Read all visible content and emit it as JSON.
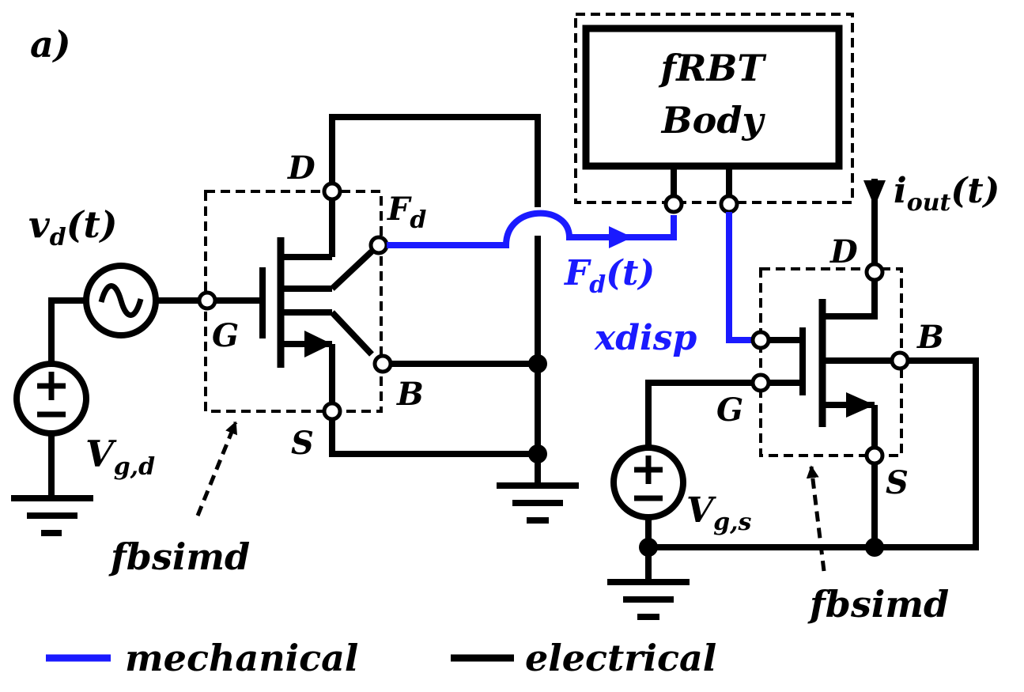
{
  "panel_label": "a)",
  "colors": {
    "mechanical": "#1a1aff",
    "electrical": "#000000",
    "background": "#ffffff"
  },
  "left_circuit": {
    "source_symbol": "v",
    "source_sub": "d",
    "source_arg": "(t)",
    "bias_symbol": "V",
    "bias_sub": "g,d",
    "terminal_d": "D",
    "terminal_g": "G",
    "terminal_s": "S",
    "terminal_b": "B",
    "force_symbol": "F",
    "force_sub": "d",
    "model_name": "fbsimd"
  },
  "resonator": {
    "line1": "fRBT",
    "line2": "Body",
    "force_symbol": "F",
    "force_sub": "d",
    "force_arg": "(t)",
    "disp_label": "xdisp",
    "output_symbol": "i",
    "output_sub": "out",
    "output_arg": "(t)"
  },
  "right_circuit": {
    "bias_symbol": "V",
    "bias_sub": "g,s",
    "terminal_d": "D",
    "terminal_g": "G",
    "terminal_s": "S",
    "terminal_b": "B",
    "model_name": "fbsimd"
  },
  "legend": {
    "mechanical_label": "mechanical",
    "electrical_label": "electrical"
  },
  "icons": [
    "ac-source-icon",
    "dc-source-icon",
    "ground-icon",
    "fet-icon",
    "arrow-icon"
  ]
}
